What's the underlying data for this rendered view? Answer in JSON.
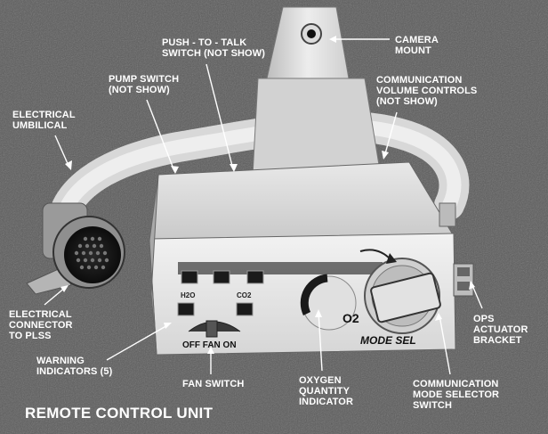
{
  "title": "REMOTE CONTROL UNIT",
  "labels": {
    "camera_mount": "CAMERA\nMOUNT",
    "push_to_talk": "PUSH - TO - TALK\nSWITCH (NOT SHOW)",
    "pump_switch": "PUMP SWITCH\n(NOT SHOW)",
    "comm_volume": "COMMUNICATION\nVOLUME CONTROLS\n(NOT SHOW)",
    "umbilical": "ELECTRICAL\nUMBILICAL",
    "connector": "ELECTRICAL\nCONNECTOR\nTO PLSS",
    "warning": "WARNING\nINDICATORS (5)",
    "fan_switch": "FAN SWITCH",
    "oxygen": "OXYGEN\nQUANTITY\nINDICATOR",
    "comm_mode": "COMMUNICATION\nMODE SELECTOR\nSWITCH",
    "ops": "OPS\nACTUATOR\nBRACKET"
  },
  "device_markings": {
    "h2o": "H2O",
    "co2": "CO2",
    "o2": "O2",
    "fan_switch_text": "OFF FAN ON",
    "mode_sel": "MODE SEL"
  }
}
